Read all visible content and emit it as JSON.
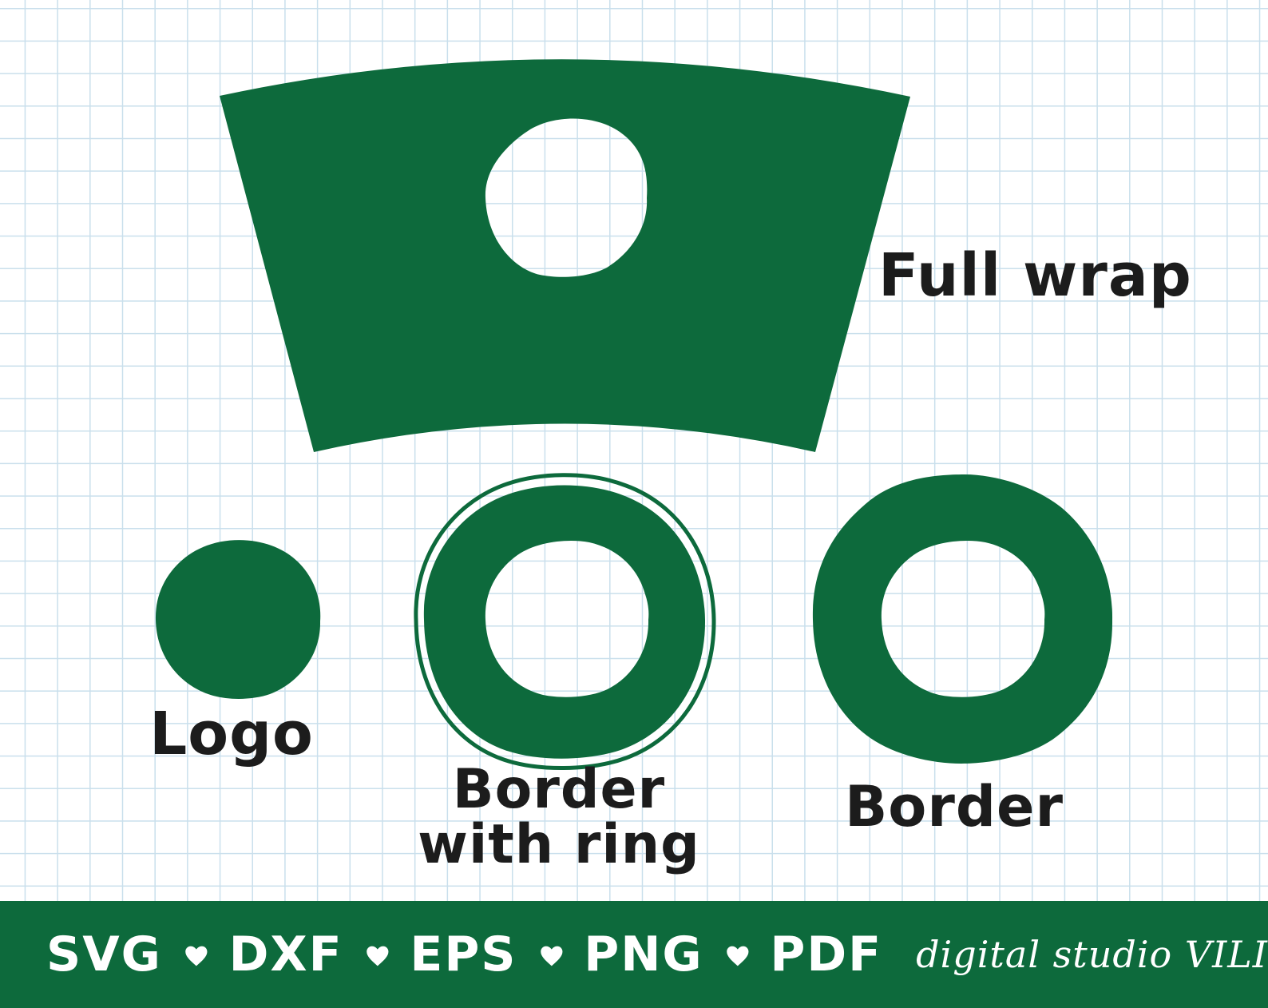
{
  "colors": {
    "shape_fill": "#0d6a3c",
    "footer_background": "#0d6a3c",
    "footer_text": "#ffffff",
    "label_text": "#1c1c1c",
    "grid_lines": "#c9dfec"
  },
  "labels": {
    "full_wrap": "Full wrap",
    "logo": "Logo",
    "border_with_ring_line1": "Border",
    "border_with_ring_line2": "with ring",
    "border": "Border"
  },
  "footer": {
    "formats": [
      "SVG",
      "DXF",
      "EPS",
      "PNG",
      "PDF"
    ],
    "separator_icon": "heart-icon",
    "studio_name": "digital studio VILI"
  }
}
